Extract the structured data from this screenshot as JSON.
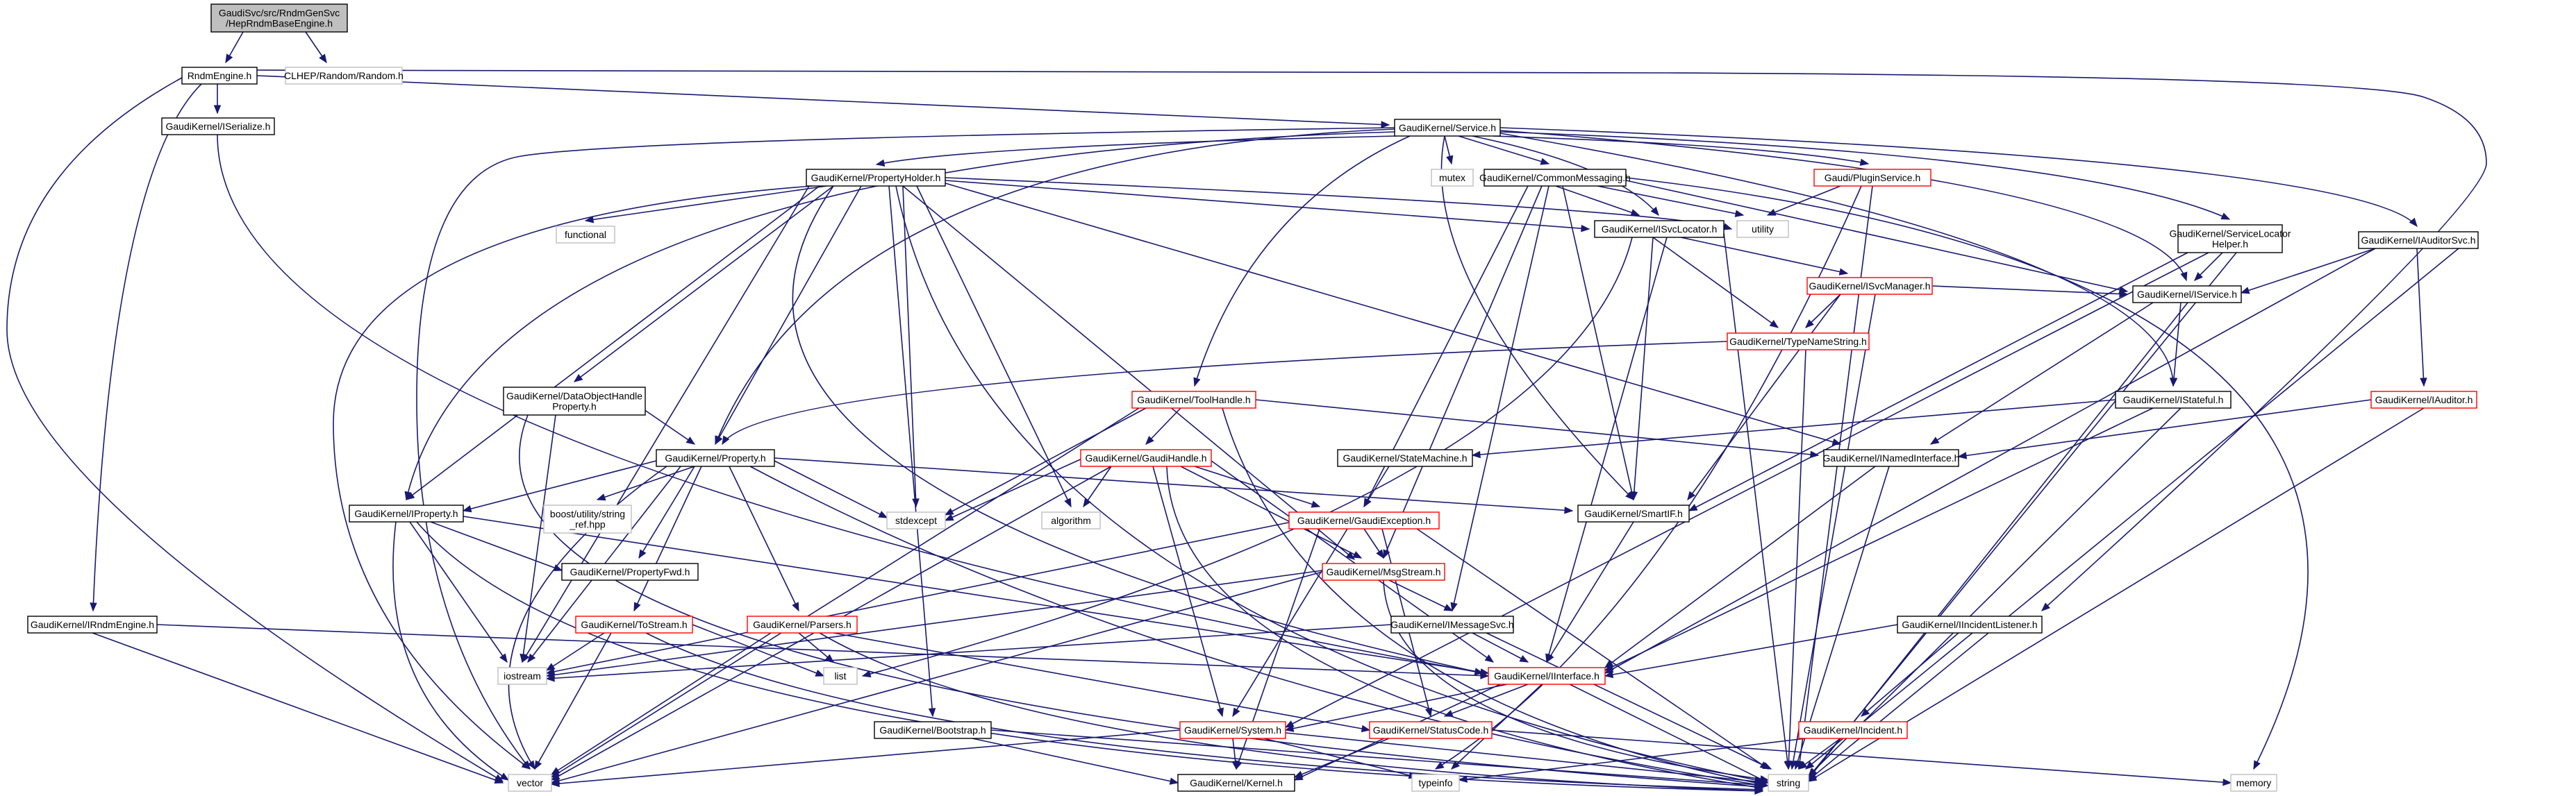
{
  "colors": {
    "edge": "#191970",
    "root_fill": "#bfbfbf",
    "border_header": "#000000",
    "border_partial": "#ff0000",
    "border_external": "#bfbfbf"
  },
  "nodes": [
    {
      "id": "root",
      "kind": "root",
      "lines": [
        "GaudiSvc/src/RndmGenSvc",
        "/HepRndmBaseEngine.h"
      ]
    },
    {
      "id": "rndmengine",
      "kind": "header",
      "lines": [
        "RndmEngine.h"
      ]
    },
    {
      "id": "clhep",
      "kind": "external",
      "lines": [
        "CLHEP/Random/Random.h"
      ]
    },
    {
      "id": "iserialize",
      "kind": "header",
      "lines": [
        "GaudiKernel/ISerialize.h"
      ]
    },
    {
      "id": "service",
      "kind": "header",
      "lines": [
        "GaudiKernel/Service.h"
      ]
    },
    {
      "id": "mutex",
      "kind": "external",
      "lines": [
        "mutex"
      ]
    },
    {
      "id": "propertyholder",
      "kind": "header",
      "lines": [
        "GaudiKernel/PropertyHolder.h"
      ]
    },
    {
      "id": "commonmessaging",
      "kind": "header",
      "lines": [
        "GaudiKernel/CommonMessaging.h"
      ]
    },
    {
      "id": "pluginservice",
      "kind": "partial",
      "lines": [
        "Gaudi/PluginService.h"
      ]
    },
    {
      "id": "functional",
      "kind": "external",
      "lines": [
        "functional"
      ]
    },
    {
      "id": "utility",
      "kind": "external",
      "lines": [
        "utility"
      ]
    },
    {
      "id": "isvclocator",
      "kind": "header",
      "lines": [
        "GaudiKernel/ISvcLocator.h"
      ]
    },
    {
      "id": "servicelocatorhelper",
      "kind": "header",
      "lines": [
        "GaudiKernel/ServiceLocator",
        "Helper.h"
      ]
    },
    {
      "id": "iauditorsvc",
      "kind": "header",
      "lines": [
        "GaudiKernel/IAuditorSvc.h"
      ]
    },
    {
      "id": "isvcmanager",
      "kind": "partial",
      "lines": [
        "GaudiKernel/ISvcManager.h"
      ]
    },
    {
      "id": "iservice",
      "kind": "header",
      "lines": [
        "GaudiKernel/IService.h"
      ]
    },
    {
      "id": "typenamestring",
      "kind": "partial",
      "lines": [
        "GaudiKernel/TypeNameString.h"
      ]
    },
    {
      "id": "dataobjecthandleproperty",
      "kind": "header",
      "lines": [
        "GaudiKernel/DataObjectHandle",
        "Property.h"
      ]
    },
    {
      "id": "toolhandle",
      "kind": "partial",
      "lines": [
        "GaudiKernel/ToolHandle.h"
      ]
    },
    {
      "id": "istateful",
      "kind": "header",
      "lines": [
        "GaudiKernel/IStateful.h"
      ]
    },
    {
      "id": "iauditor",
      "kind": "partial",
      "lines": [
        "GaudiKernel/IAuditor.h"
      ]
    },
    {
      "id": "property",
      "kind": "header",
      "lines": [
        "GaudiKernel/Property.h"
      ]
    },
    {
      "id": "gaudihandle",
      "kind": "partial",
      "lines": [
        "GaudiKernel/GaudiHandle.h"
      ]
    },
    {
      "id": "statemachine",
      "kind": "header",
      "lines": [
        "GaudiKernel/StateMachine.h"
      ]
    },
    {
      "id": "inamedinterface",
      "kind": "header",
      "lines": [
        "GaudiKernel/INamedInterface.h"
      ]
    },
    {
      "id": "iproperty",
      "kind": "header",
      "lines": [
        "GaudiKernel/IProperty.h"
      ]
    },
    {
      "id": "boostref",
      "kind": "external",
      "lines": [
        "boost/utility/string",
        "_ref.hpp"
      ]
    },
    {
      "id": "stdexcept",
      "kind": "external",
      "lines": [
        "stdexcept"
      ]
    },
    {
      "id": "algorithm",
      "kind": "external",
      "lines": [
        "algorithm"
      ]
    },
    {
      "id": "gaudiexception",
      "kind": "partial",
      "lines": [
        "GaudiKernel/GaudiException.h"
      ]
    },
    {
      "id": "smartif",
      "kind": "header",
      "lines": [
        "GaudiKernel/SmartIF.h"
      ]
    },
    {
      "id": "propertyfwd",
      "kind": "header",
      "lines": [
        "GaudiKernel/PropertyFwd.h"
      ]
    },
    {
      "id": "msgstream",
      "kind": "partial",
      "lines": [
        "GaudiKernel/MsgStream.h"
      ]
    },
    {
      "id": "irndmengine",
      "kind": "header",
      "lines": [
        "GaudiKernel/IRndmEngine.h"
      ]
    },
    {
      "id": "tostream",
      "kind": "partial",
      "lines": [
        "GaudiKernel/ToStream.h"
      ]
    },
    {
      "id": "parsers",
      "kind": "partial",
      "lines": [
        "GaudiKernel/Parsers.h"
      ]
    },
    {
      "id": "imessagesvc",
      "kind": "header",
      "lines": [
        "GaudiKernel/IMessageSvc.h"
      ]
    },
    {
      "id": "iincidentlistener",
      "kind": "header",
      "lines": [
        "GaudiKernel/IIncidentListener.h"
      ]
    },
    {
      "id": "iostream",
      "kind": "external",
      "lines": [
        "iostream"
      ]
    },
    {
      "id": "list",
      "kind": "external",
      "lines": [
        "list"
      ]
    },
    {
      "id": "iinterface",
      "kind": "partial",
      "lines": [
        "GaudiKernel/IInterface.h"
      ]
    },
    {
      "id": "bootstrap",
      "kind": "header",
      "lines": [
        "GaudiKernel/Bootstrap.h"
      ]
    },
    {
      "id": "system",
      "kind": "partial",
      "lines": [
        "GaudiKernel/System.h"
      ]
    },
    {
      "id": "statuscode",
      "kind": "partial",
      "lines": [
        "GaudiKernel/StatusCode.h"
      ]
    },
    {
      "id": "incident",
      "kind": "partial",
      "lines": [
        "GaudiKernel/Incident.h"
      ]
    },
    {
      "id": "vector",
      "kind": "external",
      "lines": [
        "vector"
      ]
    },
    {
      "id": "kernel",
      "kind": "header",
      "lines": [
        "GaudiKernel/Kernel.h"
      ]
    },
    {
      "id": "typeinfo",
      "kind": "external",
      "lines": [
        "typeinfo"
      ]
    },
    {
      "id": "string",
      "kind": "external",
      "lines": [
        "string"
      ]
    },
    {
      "id": "memory",
      "kind": "external",
      "lines": [
        "memory"
      ]
    }
  ]
}
